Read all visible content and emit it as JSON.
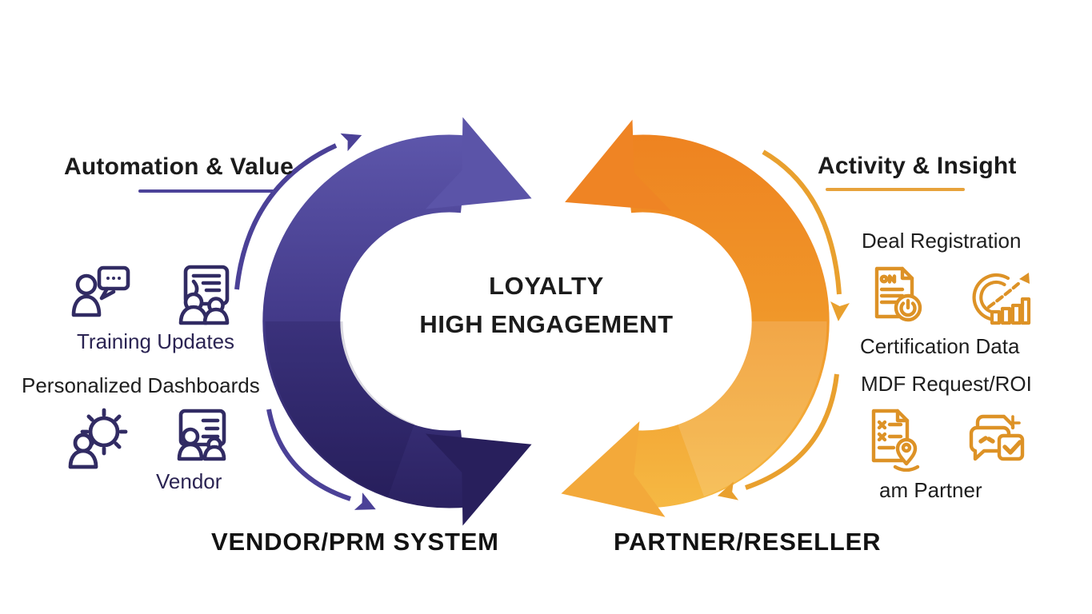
{
  "page": {
    "background": "#ffffff"
  },
  "center": {
    "line1": "LOYALTY",
    "line2": "HIGH ENGAGEMENT",
    "text_color": "#1b1b1b"
  },
  "left": {
    "heading": "Automation & Value",
    "underline_color": "#4c4399",
    "items": {
      "training": "Training Updates",
      "personalized": "Personalized Dashboards",
      "vendor": "Vendor"
    },
    "footer": "VENDOR/PRM SYSTEM",
    "arrow": {
      "top_color": "#5e57ac",
      "mid_color": "#453c8c",
      "bottom_color": "#29205e",
      "thin_color": "#4b4197"
    },
    "icon_color": "#312b63",
    "icons": [
      "person-chat-icon",
      "people-document-icon",
      "person-gear-icon",
      "people-presentation-icon"
    ]
  },
  "right": {
    "heading": "Activity & Insight",
    "underline_color": "#e7a23b",
    "items": {
      "deal": "Deal Registration",
      "certification": "Certification Data",
      "mdf": "MDF Request/ROI",
      "partner": "am Partner"
    },
    "footer": "PARTNER/RESELLER",
    "arrow": {
      "top_color": "#ee8220",
      "mid_color": "#f0982a",
      "bottom_color": "#f6bb45",
      "thin_color": "#e9a02e"
    },
    "icon_color": "#dd9226",
    "icons": [
      "document-power-icon",
      "chart-growth-icon",
      "document-location-icon",
      "chat-check-icon"
    ]
  }
}
